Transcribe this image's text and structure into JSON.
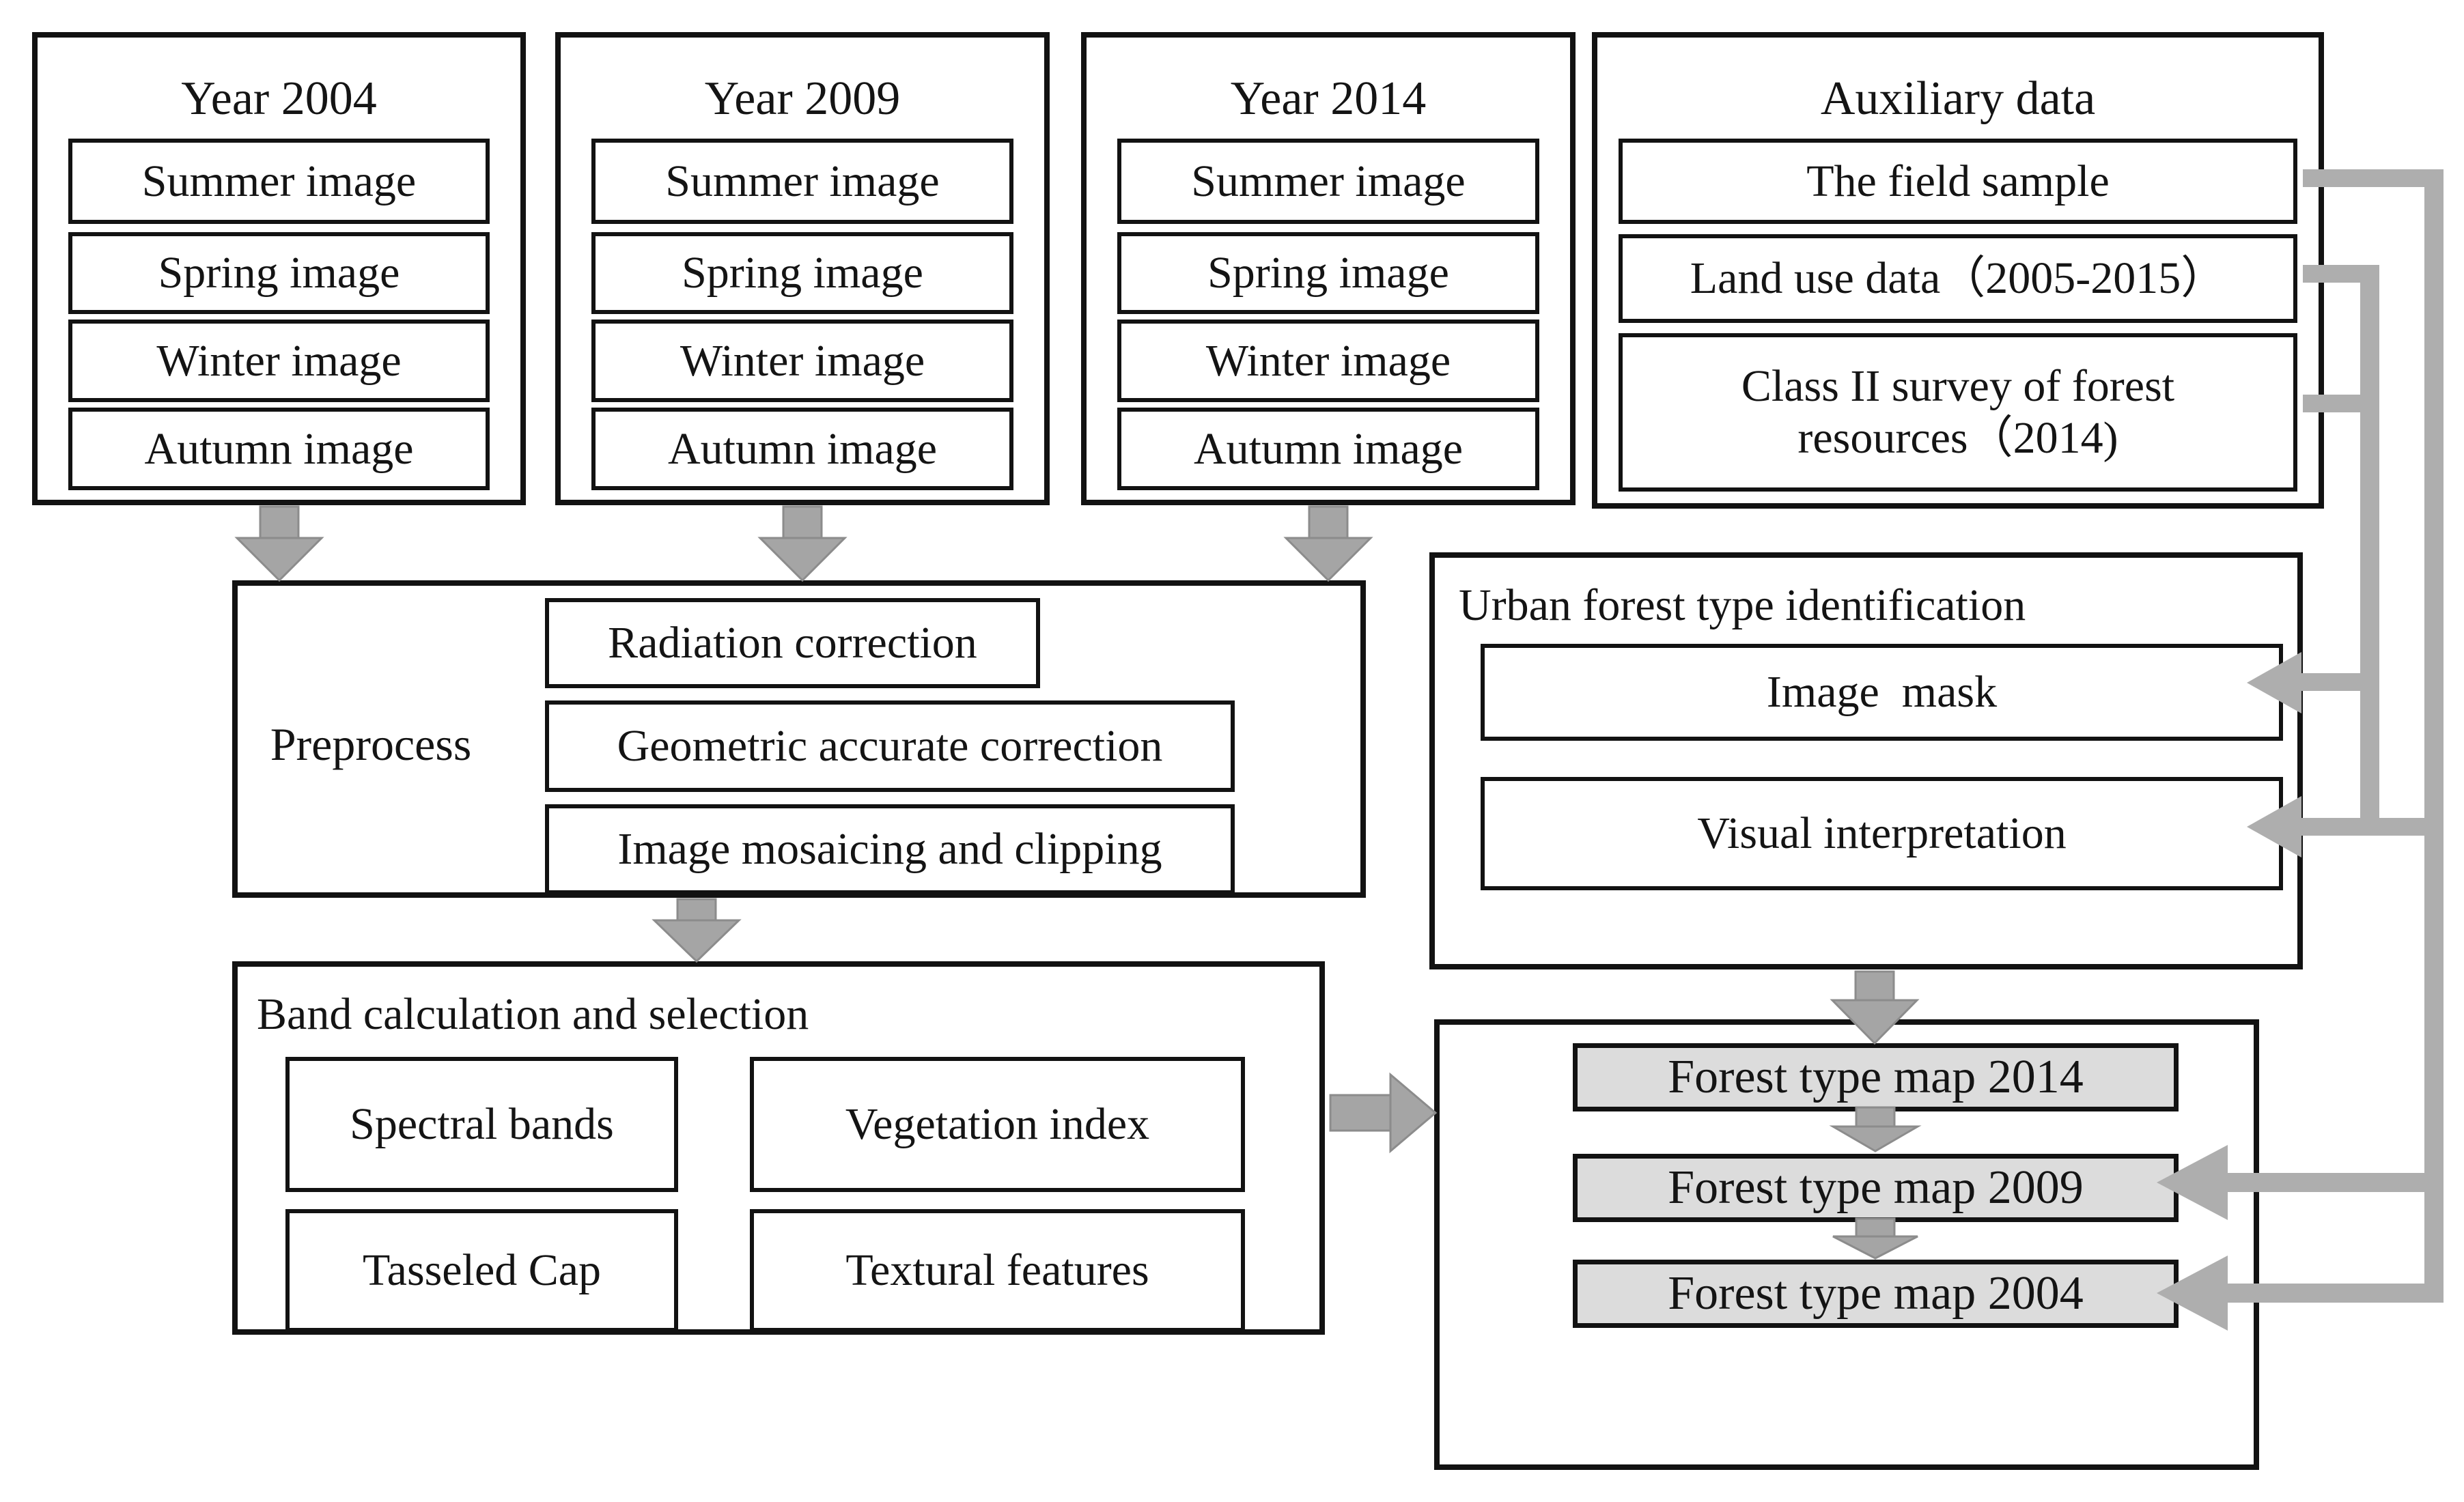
{
  "colors": {
    "border": "#121212",
    "connector": "#aeaeae",
    "block_arrow": "#a5a5a5",
    "block_arrow_edge": "#8c8c8c",
    "map_box_fill": "#dcdcdc",
    "background": "#ffffff"
  },
  "year_panels": [
    {
      "title": "Year 2004",
      "rows": [
        "Summer image",
        "Spring image",
        "Winter image",
        "Autumn image"
      ]
    },
    {
      "title": "Year 2009",
      "rows": [
        "Summer image",
        "Spring image",
        "Winter image",
        "Autumn image"
      ]
    },
    {
      "title": "Year 2014",
      "rows": [
        "Summer image",
        "Spring image",
        "Winter image",
        "Autumn image"
      ]
    }
  ],
  "auxiliary": {
    "title": "Auxiliary data",
    "items": [
      "The field sample",
      "Land use data（2005-2015）",
      "Class II survey of forest\nresources（2014)"
    ]
  },
  "preprocess": {
    "label": "Preprocess",
    "steps": [
      "Radiation correction",
      "Geometric accurate correction",
      "Image mosaicing and clipping"
    ]
  },
  "band": {
    "title": "Band calculation and selection",
    "items": [
      "Spectral bands",
      "Vegetation index",
      "Tasseled Cap",
      "Textural features"
    ]
  },
  "urban": {
    "title": "Urban forest type identification",
    "items": [
      "Image  mask",
      "Visual interpretation"
    ]
  },
  "maps": {
    "items": [
      "Forest type map 2014",
      "Forest type map 2009",
      "Forest type map 2004"
    ]
  }
}
